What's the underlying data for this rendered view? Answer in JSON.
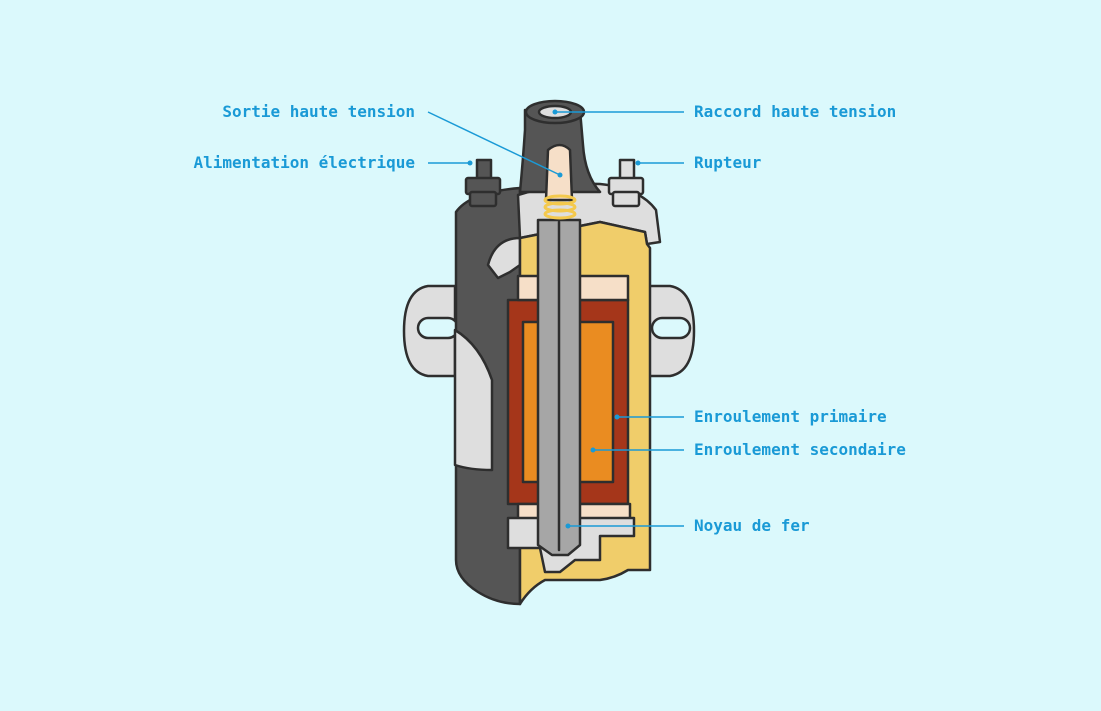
{
  "colors": {
    "background": "#dbf9fc",
    "label": "#1a9ad6",
    "outline": "#2e2e2e",
    "body_dark": "#555555",
    "body_light": "#dedede",
    "insulation": "#f0cd6a",
    "primary_winding": "#a5361a",
    "secondary_winding": "#ea8c21",
    "core": "#a6a6a6",
    "terminal": "#f6dfc8",
    "spring": "#f4c94d"
  },
  "labels": {
    "sortie_haute_tension": "Sortie haute tension",
    "alimentation_electrique": "Alimentation électrique",
    "raccord_haute_tension": "Raccord haute tension",
    "rupteur": "Rupteur",
    "enroulement_primaire": "Enroulement primaire",
    "enroulement_secondaire": "Enroulement secondaire",
    "noyau_de_fer": "Noyau de fer"
  },
  "icons": {
    "diagram": "ignition-coil-icon"
  }
}
